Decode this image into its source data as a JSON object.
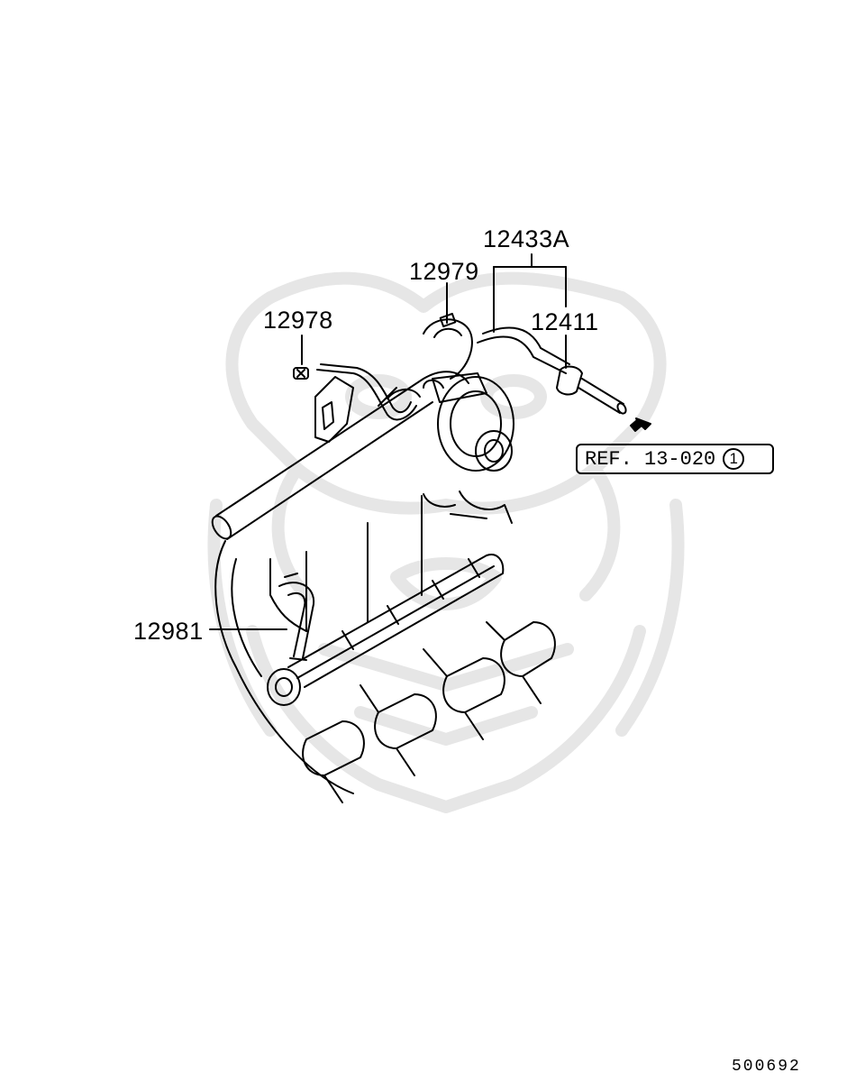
{
  "diagram": {
    "part_labels": {
      "p12433A": "12433A",
      "p12979": "12979",
      "p12978": "12978",
      "p12411": "12411",
      "p12981": "12981"
    },
    "reference": {
      "text": "REF. 13-020",
      "circled_number": "1"
    },
    "diagram_id": "500692"
  },
  "colors": {
    "line": "#000000",
    "watermark": "#e6e6e6",
    "background": "#ffffff"
  }
}
